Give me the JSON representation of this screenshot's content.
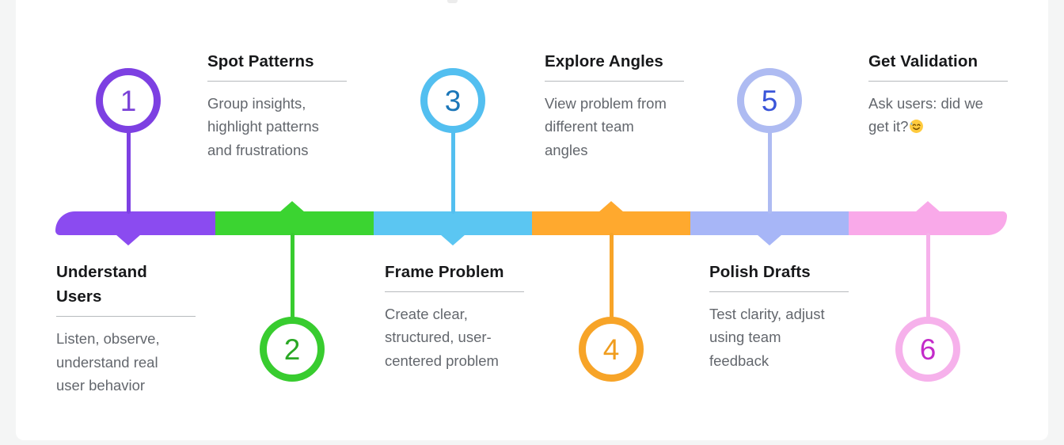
{
  "page": {
    "background": "#f4f5f5",
    "card_background": "#ffffff"
  },
  "text_colors": {
    "title": "#17181a",
    "body": "#63676d",
    "underline": "#b7babd"
  },
  "timeline": {
    "type": "horizontal-process-timeline",
    "steps": [
      {
        "number": "1",
        "title": "Understand\nUsers",
        "description": "Listen, observe,\nunderstand real\nuser behavior",
        "circle_position": "above-bar",
        "text_position": "below-bar",
        "accent": "#7d40e2",
        "bar_color": "#8b4bf0",
        "number_color": "#7a42d8"
      },
      {
        "number": "2",
        "title": "Spot Patterns",
        "description": "Group insights,\nhighlight patterns\nand frustrations",
        "circle_position": "below-bar",
        "text_position": "above-bar",
        "accent": "#38cc2f",
        "bar_color": "#3bd431",
        "number_color": "#2aa825"
      },
      {
        "number": "3",
        "title": "Frame Problem",
        "description": "Create clear,\nstructured, user-\ncentered problem",
        "circle_position": "above-bar",
        "text_position": "below-bar",
        "accent": "#53bff0",
        "bar_color": "#5bc6f2",
        "number_color": "#1b76b8"
      },
      {
        "number": "4",
        "title": "Explore Angles",
        "description": "View problem from\ndifferent team\nangles",
        "circle_position": "below-bar",
        "text_position": "above-bar",
        "accent": "#f7a428",
        "bar_color": "#ffa92e",
        "number_color": "#f09d1e"
      },
      {
        "number": "5",
        "title": "Polish Drafts",
        "description": "Test clarity, adjust\nusing team\nfeedback",
        "circle_position": "above-bar",
        "text_position": "below-bar",
        "accent": "#aebbf2",
        "bar_color": "#a7b6f7",
        "number_color": "#3a55d9"
      },
      {
        "number": "6",
        "title": "Get Validation",
        "description": "Ask users: did we\nget it?",
        "emoji": {
          "name": "grinning-face-with-sweat",
          "char": "😅"
        },
        "circle_position": "below-bar",
        "text_position": "above-bar",
        "accent": "#f6b1eb",
        "bar_color": "#f9a9e9",
        "number_color": "#c32bc9"
      }
    ]
  }
}
